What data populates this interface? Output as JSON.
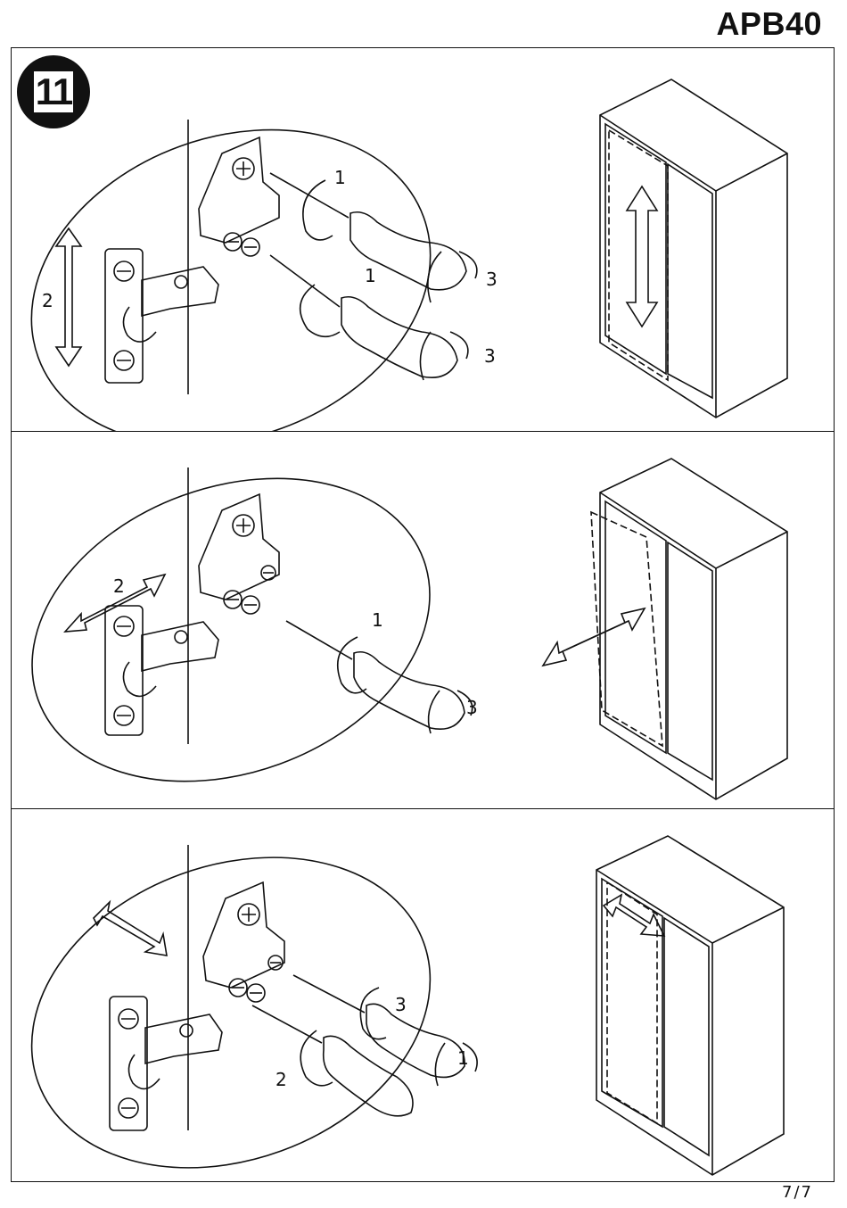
{
  "header": {
    "model_code": "APB40"
  },
  "step": {
    "number": "11"
  },
  "panels": [
    {
      "labels": {
        "screw1": "1",
        "screw2": "1",
        "height": "2",
        "turn_a": "3",
        "turn_b": "3"
      }
    },
    {
      "labels": {
        "screw": "1",
        "depth": "2",
        "turn": "3"
      }
    },
    {
      "labels": {
        "screw_a": "1",
        "screw_b": "2",
        "turn": "3"
      }
    }
  ],
  "footer": {
    "page": "7/7"
  }
}
